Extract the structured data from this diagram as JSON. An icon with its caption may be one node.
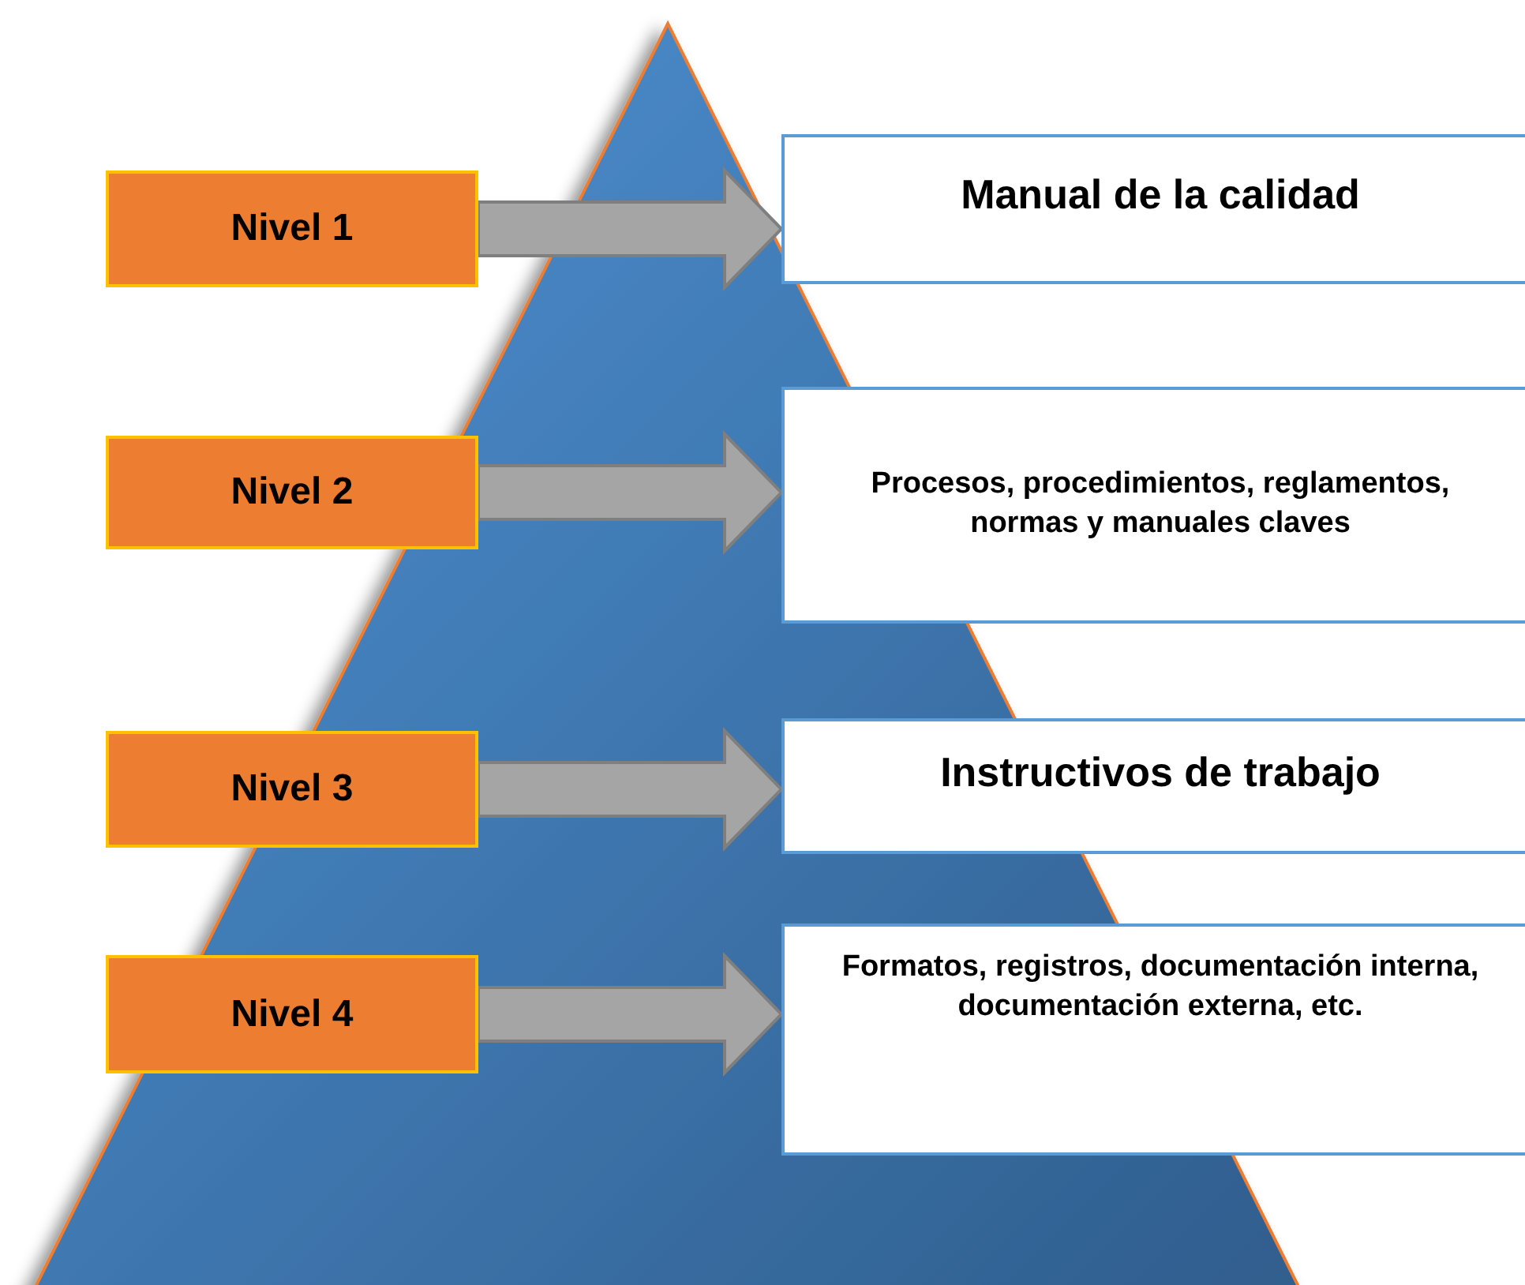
{
  "diagram": {
    "nodes": [
      {
        "text": [
          "Nivel 1"
        ]
      },
      {
        "text": [
          "Manual de la calidad"
        ]
      },
      {
        "text": [
          "Nivel 2"
        ]
      },
      {
        "text": [
          "Procesos, procedimientos, reglamentos, normas y manuales claves"
        ]
      },
      {
        "text": [
          "Nivel 3"
        ]
      },
      {
        "text": [
          "Instructivos de trabajo"
        ]
      },
      {
        "text": [
          "Nivel 4"
        ]
      },
      {
        "text": [
          "Formatos, registros, documentación interna, documentación externa, etc."
        ]
      }
    ],
    "edges": [
      {
        "from": 0,
        "to": 1,
        "arrow": "to",
        "style": "thick"
      },
      {
        "from": 2,
        "to": 3,
        "arrow": "to",
        "style": "thick"
      },
      {
        "from": 4,
        "to": 5,
        "arrow": "to",
        "style": "thick"
      },
      {
        "from": 6,
        "to": 7,
        "arrow": "to",
        "style": "thick"
      }
    ]
  }
}
